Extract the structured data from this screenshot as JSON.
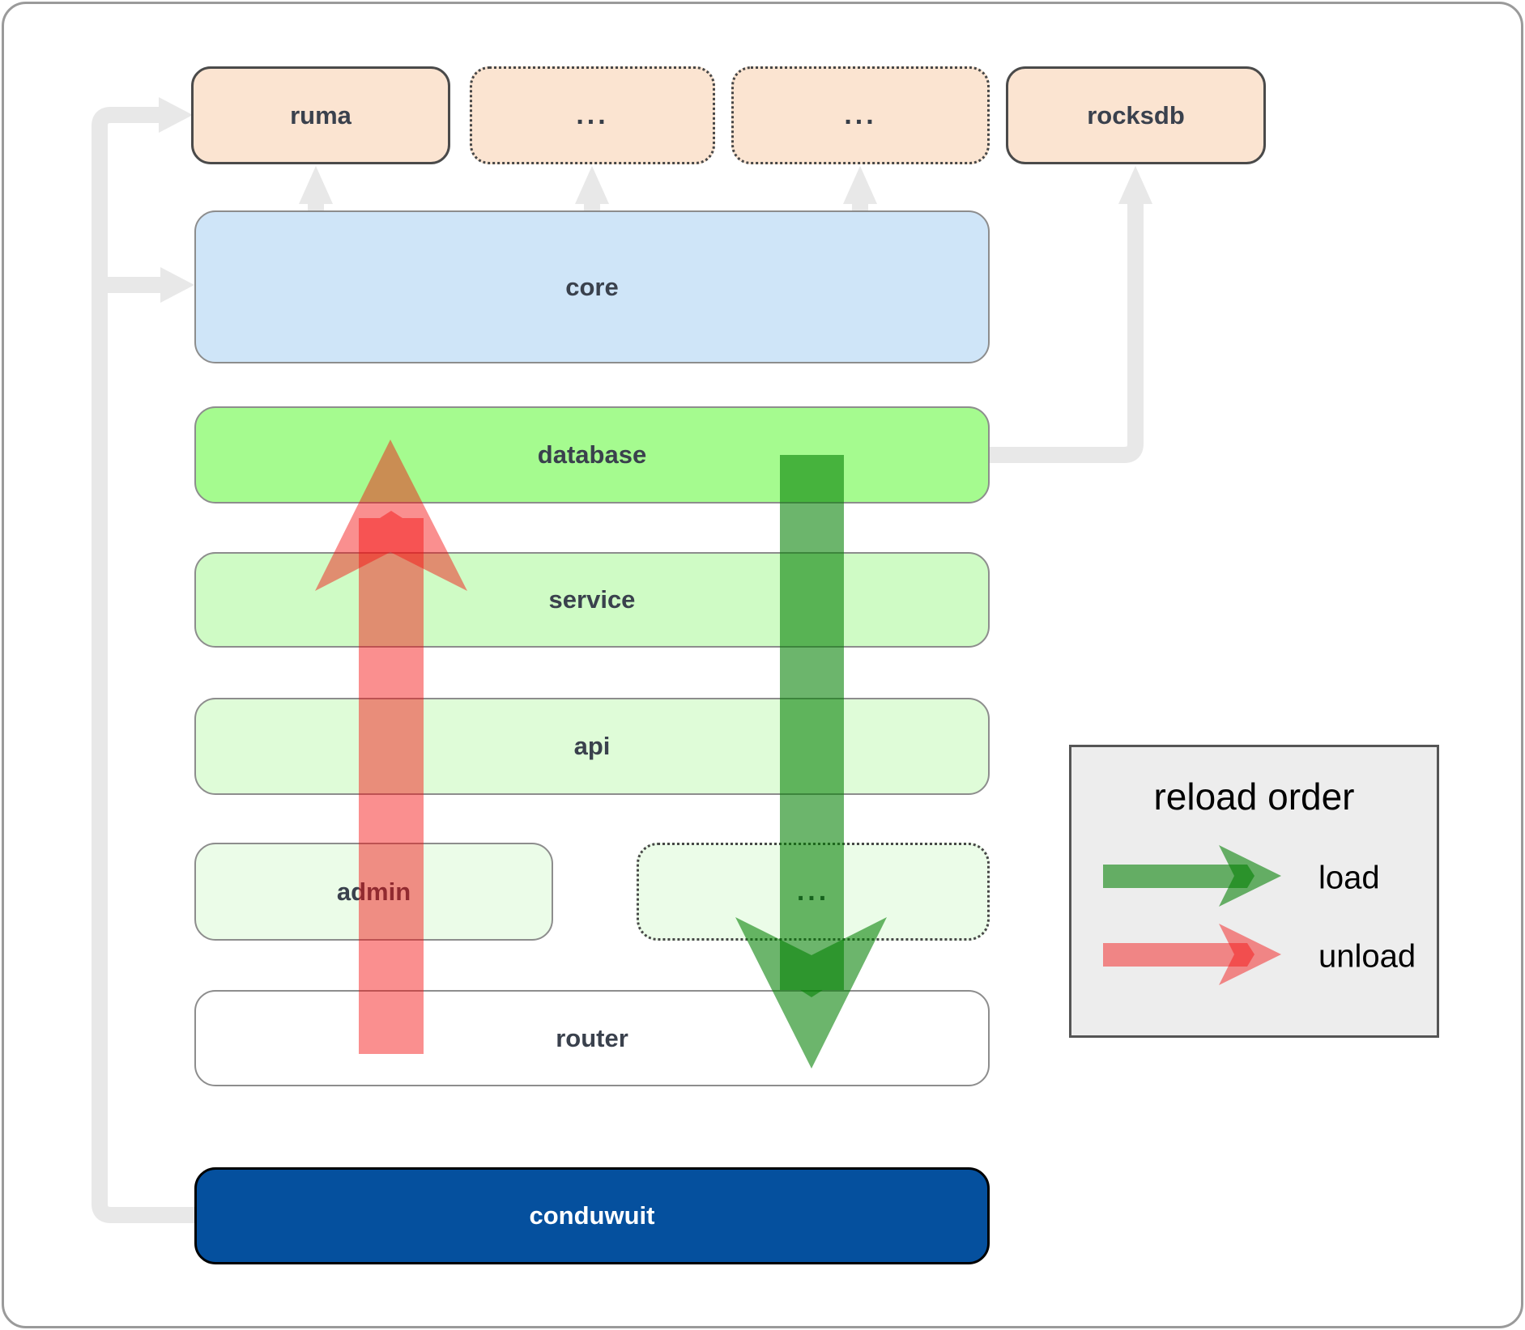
{
  "boxes": {
    "ruma": {
      "label": "ruma"
    },
    "more_top_1": {
      "label": "..."
    },
    "more_top_2": {
      "label": "..."
    },
    "rocksdb": {
      "label": "rocksdb"
    },
    "core": {
      "label": "core"
    },
    "database": {
      "label": "database"
    },
    "service": {
      "label": "service"
    },
    "api": {
      "label": "api"
    },
    "admin": {
      "label": "admin"
    },
    "more_admin": {
      "label": "..."
    },
    "router": {
      "label": "router"
    },
    "conduwuit": {
      "label": "conduwuit"
    }
  },
  "legend": {
    "title": "reload order",
    "items": [
      {
        "id": "load",
        "label": "load",
        "color": "#1f7d1f"
      },
      {
        "id": "unload",
        "label": "unload",
        "color": "#f41010"
      }
    ]
  },
  "colors": {
    "peach_box": "#fbe4d1",
    "core_blue": "#cfe5f8",
    "database_green": "#a5fb8f",
    "service_green": "#cffbc5",
    "api_green": "#dffcd8",
    "faint_green": "#ebfce8",
    "router_white": "#ffffff",
    "conduwuit_blue": "#05509e",
    "connector_gray": "#e8e8e8",
    "legend_background": "#ededed"
  }
}
